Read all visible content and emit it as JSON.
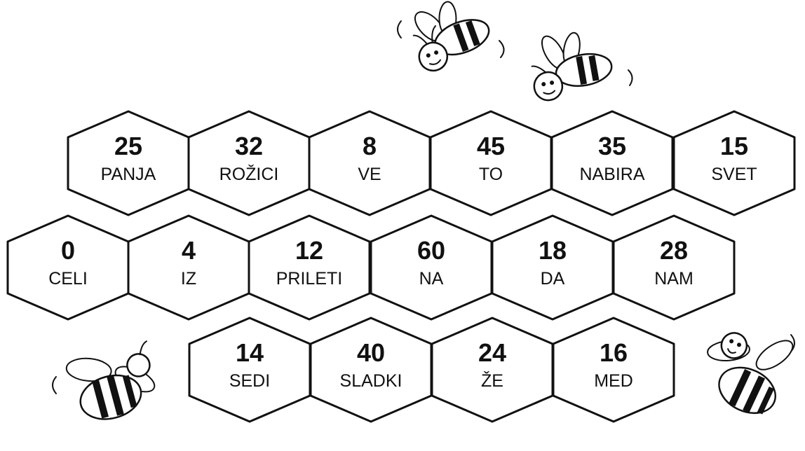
{
  "cells": [
    {
      "number": "25",
      "word": "PANJA"
    },
    {
      "number": "32",
      "word": "ROŽICI"
    },
    {
      "number": "8",
      "word": "VE"
    },
    {
      "number": "45",
      "word": "TO"
    },
    {
      "number": "35",
      "word": "NABIRA"
    },
    {
      "number": "15",
      "word": "SVET"
    },
    {
      "number": "0",
      "word": "CELI"
    },
    {
      "number": "4",
      "word": "IZ"
    },
    {
      "number": "12",
      "word": "PRILETI"
    },
    {
      "number": "60",
      "word": "NA"
    },
    {
      "number": "18",
      "word": "DA"
    },
    {
      "number": "28",
      "word": "NAM"
    },
    {
      "number": "14",
      "word": "SEDI"
    },
    {
      "number": "40",
      "word": "SLADKI"
    },
    {
      "number": "24",
      "word": "ŽE"
    },
    {
      "number": "16",
      "word": "MED"
    }
  ],
  "decorations": [
    "bee-icon",
    "bee-icon",
    "bee-icon",
    "bee-icon"
  ]
}
